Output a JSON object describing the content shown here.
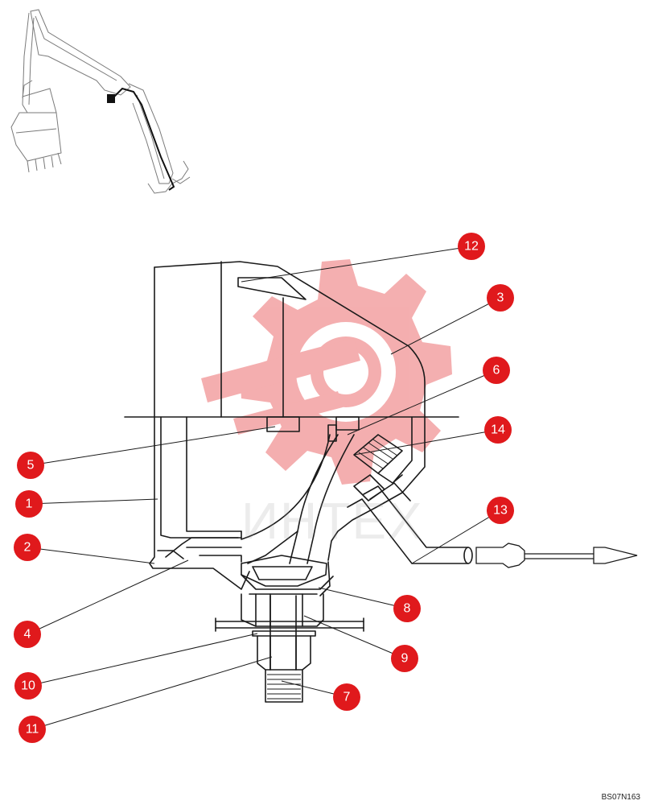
{
  "reference_code": "BS07N163",
  "watermark_text": "ИНТЕХ",
  "callouts": [
    "1",
    "2",
    "3",
    "4",
    "5",
    "6",
    "7",
    "8",
    "9",
    "10",
    "11",
    "12",
    "13",
    "14"
  ],
  "colors": {
    "callout": "#e0191c",
    "line": "#1a1a1a",
    "watermark": "#f2b6b6"
  }
}
